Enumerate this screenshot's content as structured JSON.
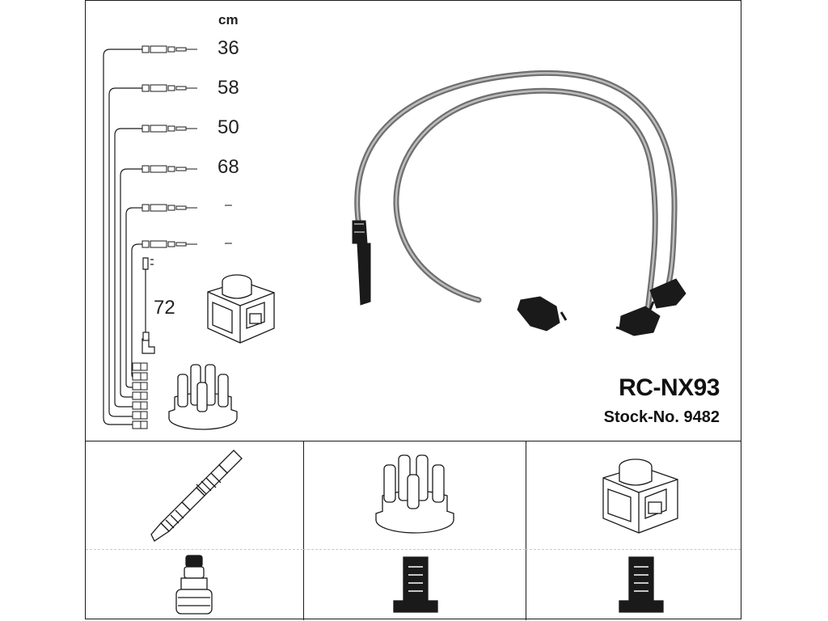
{
  "legend": {
    "unit": "cm",
    "lengths": [
      "36",
      "58",
      "50",
      "68",
      "–",
      "–"
    ],
    "coil_length": "72"
  },
  "product": {
    "code": "RC-NX93",
    "stock": "Stock-No. 9482"
  },
  "icons": {
    "upper": [
      "ignition-cable-set-icon",
      "ignition-coil-icon",
      "distributor-cap-icon",
      "spark-plug-lead-icon"
    ],
    "lower_top": [
      "spark-plug-icon",
      "distributor-cap-icon",
      "ignition-coil-icon"
    ],
    "lower_bottom": [
      "plug-terminal-connector-icon",
      "cap-tower-connector-icon",
      "coil-tower-connector-icon"
    ]
  },
  "colors": {
    "line": "#1a1a1a",
    "cable": "#7a7a7a"
  }
}
